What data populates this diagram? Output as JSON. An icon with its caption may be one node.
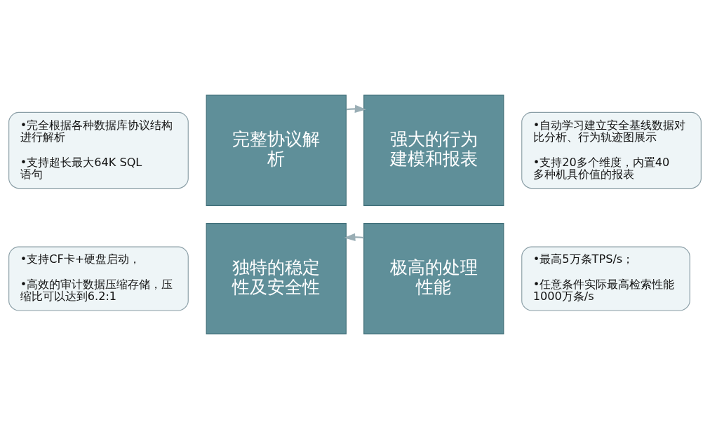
{
  "diagram": {
    "nodes": [
      {
        "text": [
          "•完全根据各种数据库协议结构进行解析",
          "•支持超长最大64K SQL语句"
        ]
      },
      {
        "text": [
          "完整协议解析"
        ]
      },
      {
        "text": [
          "强大的行为建模和报表"
        ]
      },
      {
        "text": [
          "•自动学习建立安全基线数据对比分析、行为轨迹图展示",
          "•支持20多个维度，内置40多种机具价值的报表"
        ]
      },
      {
        "text": [
          "独特的稳定性及安全性"
        ]
      },
      {
        "text": [
          "极高的处理性能"
        ]
      },
      {
        "text": [
          "•支持CF卡+硬盘启动，",
          "•高效的审计数据压缩存储，压缩比可以达到6.2:1"
        ]
      },
      {
        "text": [
          "•最高5万条TPS/s；",
          "•任意条件实际最高检索性能1000万条/s"
        ]
      }
    ],
    "edges": [
      {
        "from": 1,
        "to": 2,
        "arrow": "to"
      },
      {
        "from": 5,
        "to": 4,
        "arrow": "to"
      }
    ]
  }
}
